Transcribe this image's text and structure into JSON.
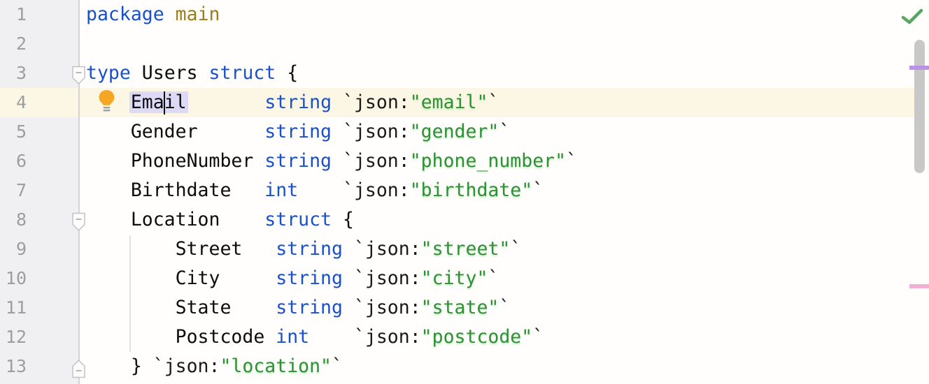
{
  "editor": {
    "colors": {
      "editor_bg": "#fffefc",
      "gutter_bg": "#f0f0f2",
      "gutter_sep": "#d4d4d4",
      "indent_guide": "#e2e2e2",
      "line_number": "#9e9e9e",
      "text": "#0d0d0d",
      "keyword": "#1750d0",
      "package_name": "#9c7e18",
      "tag_punct": "#1a1a1a",
      "tag_value": "#2e9136",
      "caret_row": "#fbf7e4",
      "id_highlight": "#ded9f5",
      "scroll_thumb": "#c8c8c8",
      "marker_purple": "#b893e6",
      "marker_pink": "#f2aed4",
      "check_green": "#57a763",
      "bulb_yellow": "#f5a623"
    },
    "current_line": 4,
    "lines": [
      {
        "num": "1",
        "segments": [
          {
            "t": "package",
            "c": "kw"
          },
          {
            "t": " ",
            "c": "txt"
          },
          {
            "t": "main",
            "c": "pkg"
          }
        ]
      },
      {
        "num": "2",
        "segments": []
      },
      {
        "num": "3",
        "fold": "start",
        "segments": [
          {
            "t": "type",
            "c": "kw"
          },
          {
            "t": " Users ",
            "c": "txt"
          },
          {
            "t": "struct",
            "c": "kw"
          },
          {
            "t": " {",
            "c": "txt"
          }
        ]
      },
      {
        "num": "4",
        "bulb": true,
        "segments": [
          {
            "t": "    ",
            "c": "txt"
          },
          {
            "t": "Ema",
            "c": "idl"
          },
          {
            "caret": true
          },
          {
            "t": "il",
            "c": "idr"
          },
          {
            "t": "       ",
            "c": "txt"
          },
          {
            "t": "string",
            "c": "kw"
          },
          {
            "t": " ",
            "c": "txt"
          },
          {
            "t": "`json:",
            "c": "tag"
          },
          {
            "t": "\"email\"",
            "c": "str"
          },
          {
            "t": "`",
            "c": "tag"
          }
        ]
      },
      {
        "num": "5",
        "segments": [
          {
            "t": "    Gender      ",
            "c": "txt"
          },
          {
            "t": "string",
            "c": "kw"
          },
          {
            "t": " ",
            "c": "txt"
          },
          {
            "t": "`json:",
            "c": "tag"
          },
          {
            "t": "\"gender\"",
            "c": "str"
          },
          {
            "t": "`",
            "c": "tag"
          }
        ]
      },
      {
        "num": "6",
        "segments": [
          {
            "t": "    PhoneNumber ",
            "c": "txt"
          },
          {
            "t": "string",
            "c": "kw"
          },
          {
            "t": " ",
            "c": "txt"
          },
          {
            "t": "`json:",
            "c": "tag"
          },
          {
            "t": "\"phone_number\"",
            "c": "str"
          },
          {
            "t": "`",
            "c": "tag"
          }
        ]
      },
      {
        "num": "7",
        "segments": [
          {
            "t": "    Birthdate   ",
            "c": "txt"
          },
          {
            "t": "int",
            "c": "kw"
          },
          {
            "t": "    ",
            "c": "txt"
          },
          {
            "t": "`json:",
            "c": "tag"
          },
          {
            "t": "\"birthdate\"",
            "c": "str"
          },
          {
            "t": "`",
            "c": "tag"
          }
        ]
      },
      {
        "num": "8",
        "fold": "start",
        "segments": [
          {
            "t": "    Location    ",
            "c": "txt"
          },
          {
            "t": "struct",
            "c": "kw"
          },
          {
            "t": " {",
            "c": "txt"
          }
        ]
      },
      {
        "num": "9",
        "segments": [
          {
            "t": "        Street   ",
            "c": "txt"
          },
          {
            "t": "string",
            "c": "kw"
          },
          {
            "t": " ",
            "c": "txt"
          },
          {
            "t": "`json:",
            "c": "tag"
          },
          {
            "t": "\"street\"",
            "c": "str"
          },
          {
            "t": "`",
            "c": "tag"
          }
        ]
      },
      {
        "num": "10",
        "segments": [
          {
            "t": "        City     ",
            "c": "txt"
          },
          {
            "t": "string",
            "c": "kw"
          },
          {
            "t": " ",
            "c": "txt"
          },
          {
            "t": "`json:",
            "c": "tag"
          },
          {
            "t": "\"city\"",
            "c": "str"
          },
          {
            "t": "`",
            "c": "tag"
          }
        ]
      },
      {
        "num": "11",
        "segments": [
          {
            "t": "        State    ",
            "c": "txt"
          },
          {
            "t": "string",
            "c": "kw"
          },
          {
            "t": " ",
            "c": "txt"
          },
          {
            "t": "`json:",
            "c": "tag"
          },
          {
            "t": "\"state\"",
            "c": "str"
          },
          {
            "t": "`",
            "c": "tag"
          }
        ]
      },
      {
        "num": "12",
        "segments": [
          {
            "t": "        Postcode ",
            "c": "txt"
          },
          {
            "t": "int",
            "c": "kw"
          },
          {
            "t": "    ",
            "c": "txt"
          },
          {
            "t": "`json:",
            "c": "tag"
          },
          {
            "t": "\"postcode\"",
            "c": "str"
          },
          {
            "t": "`",
            "c": "tag"
          }
        ]
      },
      {
        "num": "13",
        "fold": "end",
        "segments": [
          {
            "t": "    } ",
            "c": "txt"
          },
          {
            "t": "`json:",
            "c": "tag"
          },
          {
            "t": "\"location\"",
            "c": "str"
          },
          {
            "t": "`",
            "c": "tag"
          }
        ]
      }
    ],
    "icons": {
      "bulb": "intention-bulb-icon",
      "fold_start": "fold-collapse-icon",
      "fold_end": "fold-collapse-end-icon",
      "inspections": "inspections-ok-checkmark-icon"
    },
    "scrollbar": {
      "stripe_markers": [
        {
          "id": "stripe-mark-1",
          "color": "#b893e6"
        },
        {
          "id": "stripe-mark-2",
          "color": "#f2aed4"
        }
      ]
    }
  }
}
